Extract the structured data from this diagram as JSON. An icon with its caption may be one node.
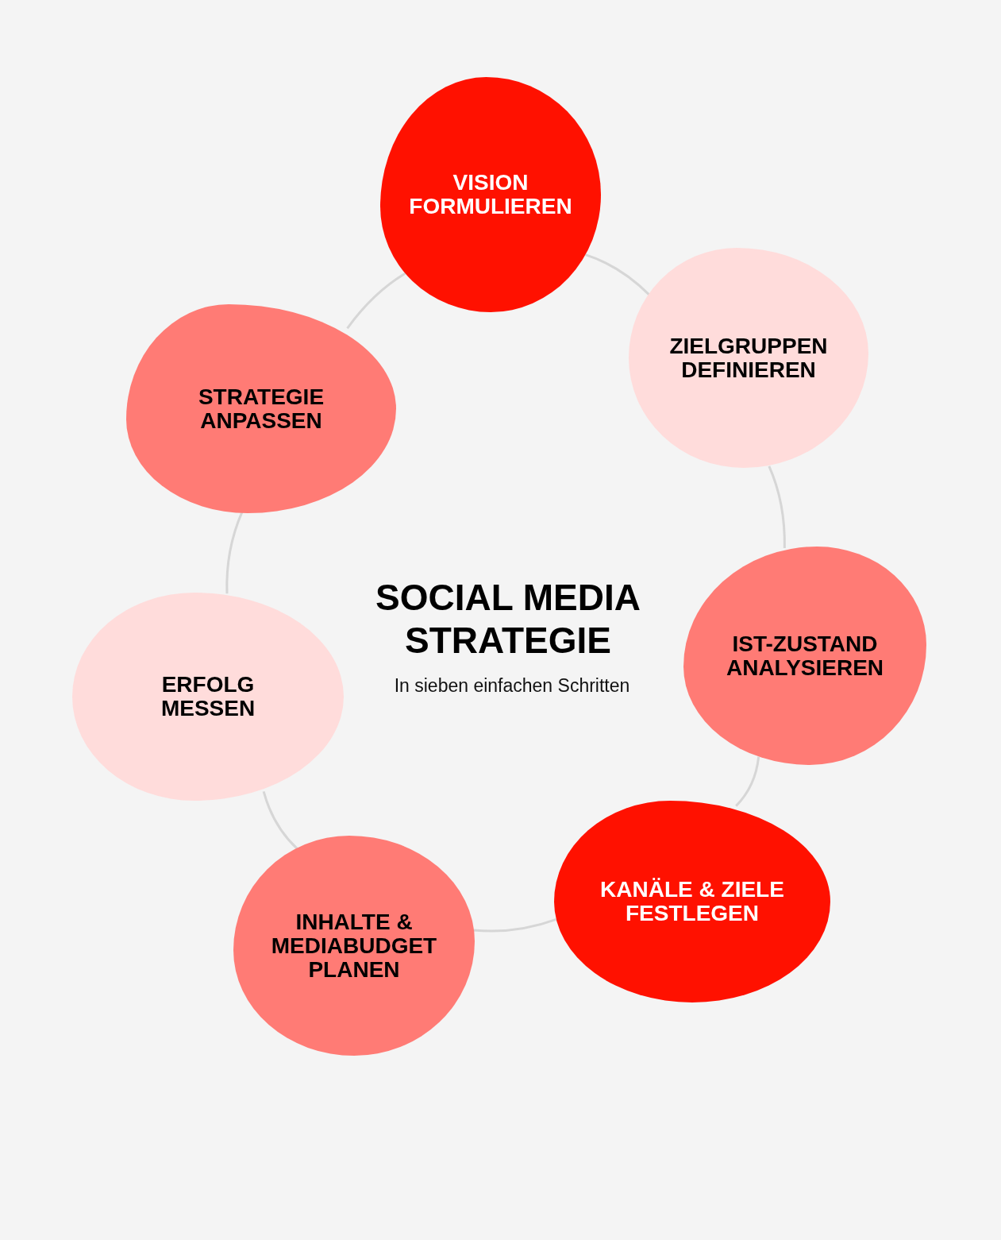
{
  "diagram": {
    "title": "SOCIAL MEDIA STRATEGIE",
    "caption": "In sieben einfachen Schritten",
    "nodes": [
      {
        "text": [
          "VISION FORMULIEREN"
        ]
      },
      {
        "text": [
          "ZIELGRUPPEN DEFINIEREN"
        ]
      },
      {
        "text": [
          "IST-ZUSTAND ANALYSIEREN"
        ]
      },
      {
        "text": [
          "KANÄLE & ZIELE FESTLEGEN"
        ]
      },
      {
        "text": [
          "INHALTE & MEDIABUDGET PLANEN"
        ]
      },
      {
        "text": [
          "ERFOLG MESSEN"
        ]
      },
      {
        "text": [
          "STRATEGIE ANPASSEN"
        ]
      }
    ],
    "edges": [
      {
        "from": 0,
        "to": 1,
        "arrow": "none"
      },
      {
        "from": 1,
        "to": 2,
        "arrow": "none"
      },
      {
        "from": 2,
        "to": 3,
        "arrow": "none"
      },
      {
        "from": 3,
        "to": 4,
        "arrow": "none"
      },
      {
        "from": 4,
        "to": 5,
        "arrow": "none"
      },
      {
        "from": 5,
        "to": 6,
        "arrow": "none"
      },
      {
        "from": 6,
        "to": 0,
        "arrow": "none"
      }
    ]
  }
}
